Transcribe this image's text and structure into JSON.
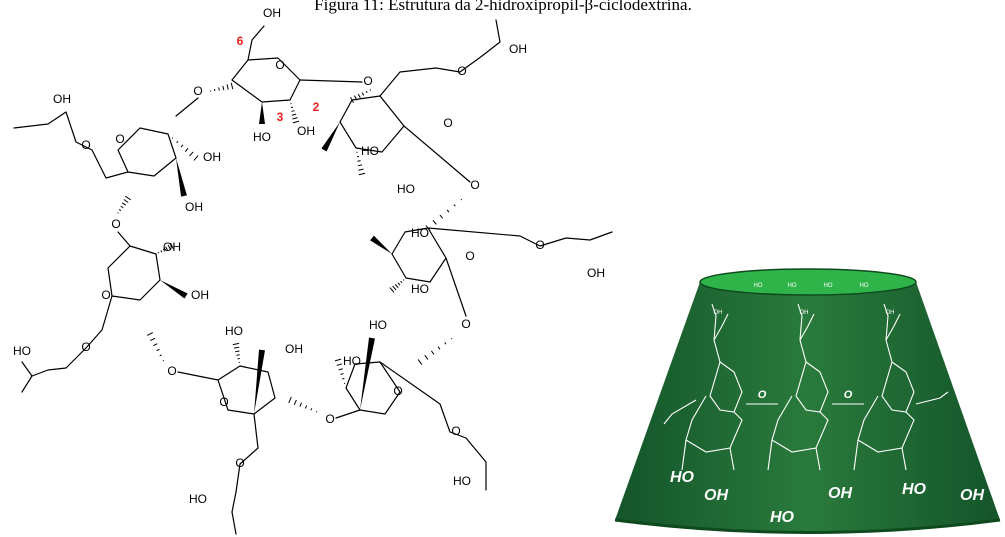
{
  "caption": "Figura 11: Estrutura da 2-hidroxipropil-β-ciclodextrina.",
  "structure": {
    "labels": {
      "O": "O",
      "OH": "OH",
      "HO": "HO",
      "carbon_6": "6",
      "carbon_2": "2",
      "carbon_3": "3"
    }
  },
  "cone": {
    "top_label": "HO",
    "bottom_labels": [
      "HO",
      "OH",
      "HO",
      "OH",
      "HO",
      "OH"
    ],
    "colors": {
      "body": "#1f6b32",
      "rim": "#2fb44a",
      "edge": "#0e4a1e",
      "lines": "#ffffff"
    }
  },
  "colors": {
    "highlight": "#e8201e",
    "ink": "#000000"
  }
}
